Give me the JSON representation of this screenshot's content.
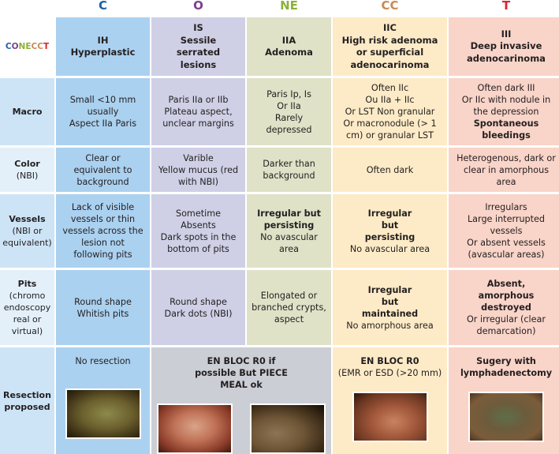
{
  "acronym_letters": [
    {
      "letter": "C",
      "color": "#1f5fa8"
    },
    {
      "letter": "O",
      "color": "#7b3f8c"
    },
    {
      "letter": "NE",
      "color": "#8db13a"
    },
    {
      "letter": "CC",
      "color": "#c98b52"
    },
    {
      "letter": "T",
      "color": "#d6262f"
    }
  ],
  "logo": {
    "parts": [
      {
        "text": "C",
        "color": "#1f5fa8"
      },
      {
        "text": "O",
        "color": "#7b3f8c"
      },
      {
        "text": "NE",
        "color": "#8db13a"
      },
      {
        "text": "CC",
        "color": "#c98b52"
      },
      {
        "text": "T",
        "color": "#d6262f"
      }
    ]
  },
  "columns": [
    {
      "code": "IH",
      "name": "Hyperplastic",
      "color": "#abd1f0"
    },
    {
      "code": "IS",
      "name": "Sessile serrated lesions",
      "color": "#cfd0e6"
    },
    {
      "code": "IIA",
      "name": "Adenoma",
      "color": "#dfe2c7"
    },
    {
      "code": "IIC",
      "name": "High risk adenoma or superficial adenocarinoma",
      "color": "#fdebc7"
    },
    {
      "code": "III",
      "name": "Deep invasive adenocarinoma",
      "color": "#f9d4c8"
    }
  ],
  "rows": [
    {
      "label": "Macro",
      "sublabel": "",
      "cells": [
        {
          "bold": "",
          "text": [
            "Small <10 mm",
            "usually",
            "Aspect IIa Paris"
          ]
        },
        {
          "bold": "",
          "text": [
            "Paris IIa or IIb",
            "Plateau aspect,",
            "unclear margins"
          ]
        },
        {
          "bold": "",
          "text": [
            "Paris Ip, Is",
            "Or IIa",
            "Rarely",
            "depressed"
          ]
        },
        {
          "bold": "",
          "text": [
            "Often IIc",
            "Ou IIa + IIc",
            "Or LST Non granular",
            "Or macronodule (> 1",
            "cm) or granular LST"
          ]
        },
        {
          "bold_after": "Spontaneous bleedings",
          "text": [
            "Often dark III",
            "Or IIc with nodule in",
            "the depression"
          ]
        }
      ]
    },
    {
      "label": "Color",
      "sublabel": "(NBI)",
      "cells": [
        {
          "text": [
            "Clear or",
            "equivalent  to",
            "background"
          ]
        },
        {
          "text": [
            "Varible",
            "Yellow mucus (red",
            "with NBI)"
          ]
        },
        {
          "text": [
            "Darker than",
            "background"
          ]
        },
        {
          "text": [
            "Often dark"
          ]
        },
        {
          "text": [
            "Heterogenous, dark or",
            "clear in amorphous",
            "area"
          ]
        }
      ]
    },
    {
      "label": "Vessels",
      "sublabel": "(NBI or equivalent)",
      "cells": [
        {
          "bold": "",
          "text": [
            "Lack of visible",
            "vessels or thin",
            "vessels across the",
            "lesion not",
            "following pits"
          ]
        },
        {
          "bold": "",
          "text": [
            "Sometime",
            "Absents",
            "Dark spots in the",
            "bottom of pits"
          ]
        },
        {
          "bold": "Irregular but persisting",
          "text": [
            "No avascular area"
          ]
        },
        {
          "bold": "Irregular but persisting",
          "text": [
            "No avascular area"
          ]
        },
        {
          "bold": "",
          "text": [
            "Irregulars",
            "Large interrupted",
            "vessels",
            "Or absent vessels",
            "(avascular areas)"
          ]
        }
      ]
    },
    {
      "label": "Pits",
      "sublabel": "(chromo endoscopy real or virtual)",
      "cells": [
        {
          "bold": "",
          "text": [
            "Round shape",
            "Whitish pits"
          ]
        },
        {
          "bold": "",
          "text": [
            "Round shape",
            "Dark dots (NBI)"
          ]
        },
        {
          "bold": "",
          "text": [
            "Elongated or",
            "branched crypts,",
            "aspect"
          ]
        },
        {
          "bold": "Irregular but maintained",
          "text": [
            "No amorphous area"
          ]
        },
        {
          "bold": "Absent, amorphous destroyed",
          "text": [
            "Or irregular (clear",
            "demarcation)"
          ]
        }
      ]
    },
    {
      "label": "Resection proposed",
      "sublabel": "",
      "cells": [
        {
          "bold": "",
          "text": [
            "No resection"
          ],
          "image": "endoscopy-image-hyperplastic"
        },
        {
          "bold": "EN BLOC R0 if possible But PIECE MEAL ok",
          "text": [],
          "images": [
            "endoscopy-image-sessile-serrated",
            "endoscopy-image-adenoma"
          ],
          "color": "#cbced4"
        },
        {
          "bold": "EN BLOC R0",
          "text": [
            "(EMR or ESD (>20 mm)"
          ],
          "image": "endoscopy-image-high-risk"
        },
        {
          "bold": "Sugery with lymphadenectomy",
          "text": [],
          "image": "endoscopy-image-deep-invasive"
        }
      ]
    }
  ]
}
